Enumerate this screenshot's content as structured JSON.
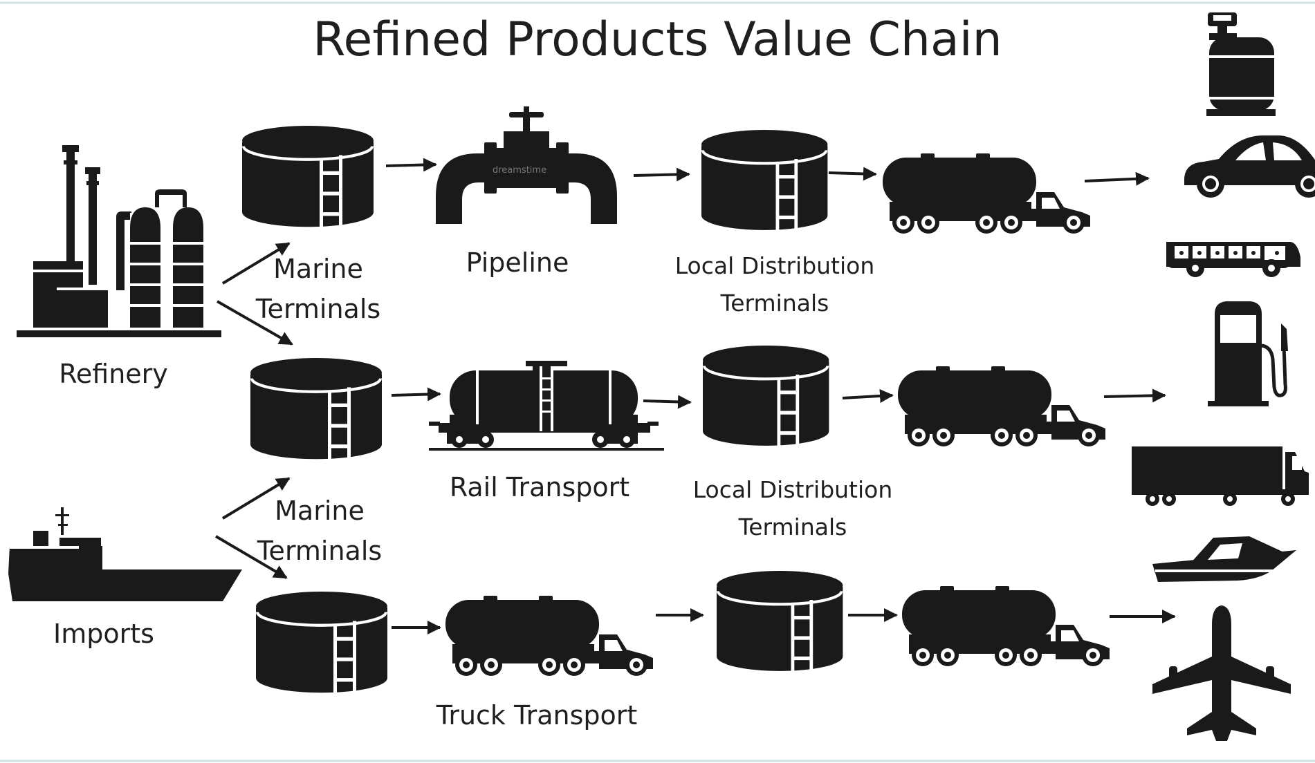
{
  "title": "Refined Products Value Chain",
  "sources": {
    "refinery": "Refinery",
    "imports": "Imports"
  },
  "stages": {
    "marine_terminals_1": [
      "Marine",
      "Terminals"
    ],
    "marine_terminals_2": [
      "Marine",
      "Terminals"
    ],
    "pipeline": "Pipeline",
    "rail_transport": "Rail Transport",
    "truck_transport": "Truck Transport",
    "local_distribution_1": [
      "Local Distribution",
      "Terminals"
    ],
    "local_distribution_2": [
      "Local Distribution",
      "Terminals"
    ]
  },
  "watermark": "dreamstime",
  "colors": {
    "ink": "#1a1a1a",
    "text": "#1f1f1f",
    "background": "#ffffff",
    "frame": "#cfe3e3"
  },
  "end_uses_icons": [
    "propane-cylinder-icon",
    "car-icon",
    "bus-icon",
    "fuel-pump-icon",
    "box-truck-icon",
    "boat-icon",
    "airplane-icon"
  ]
}
